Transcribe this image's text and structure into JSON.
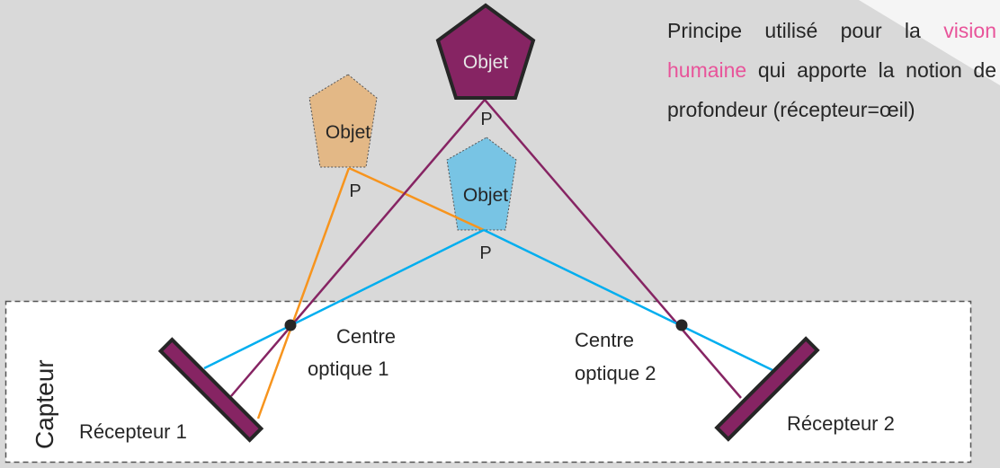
{
  "description": {
    "prefix": "Principe utilisé pour la ",
    "highlight": "vision humaine",
    "suffix": " qui apporte la notion de profondeur (récepteur=œil)",
    "highlight_color": "#e8549a"
  },
  "capteur_label": "Capteur",
  "objects": [
    {
      "id": "far",
      "label": "Objet",
      "point_label": "P",
      "fill": "#862463",
      "text_color": "#e6e6e6"
    },
    {
      "id": "left",
      "label": "Objet",
      "point_label": "P",
      "fill": "#e3b886",
      "text_color": "#262626"
    },
    {
      "id": "near",
      "label": "Objet",
      "point_label": "P",
      "fill": "#78c4e4",
      "text_color": "#262626"
    }
  ],
  "optical_centers": [
    {
      "label_line1": "Centre",
      "label_line2": "optique 1"
    },
    {
      "label_line1": "Centre",
      "label_line2": "optique 2"
    }
  ],
  "receptors": [
    {
      "label": "Récepteur 1",
      "fill": "#862463"
    },
    {
      "label": "Récepteur 2",
      "fill": "#862463"
    }
  ],
  "ray_colors": {
    "far": "#862463",
    "left": "#f7941d",
    "near": "#00aeef"
  }
}
